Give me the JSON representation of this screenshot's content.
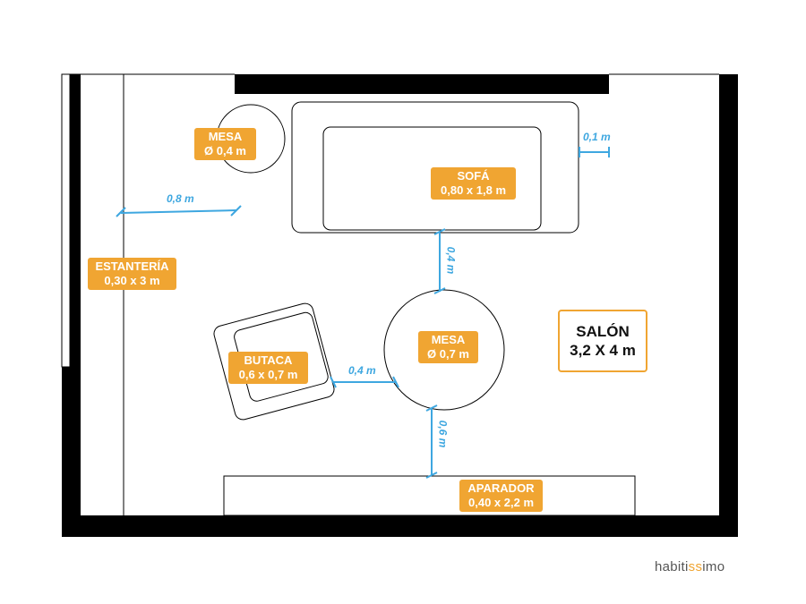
{
  "colors": {
    "wall": "#000000",
    "label_background": "#f0a532",
    "label_text": "#ffffff",
    "dimension": "#3ea7e0",
    "furniture_outline": "#000000"
  },
  "room": {
    "name": "SALÓN",
    "size": "3,2 X 4 m"
  },
  "furniture": {
    "sofa": {
      "name": "SOFÁ",
      "size": "0,80 x 1,8 m"
    },
    "table_small": {
      "name": "MESA",
      "size": "Ø 0,4 m"
    },
    "table_round": {
      "name": "MESA",
      "size": "Ø 0,7 m"
    },
    "shelf": {
      "name": "ESTANTERÍA",
      "size": "0,30 x 3 m"
    },
    "armchair": {
      "name": "BUTACA",
      "size": "0,6 x 0,7 m"
    },
    "sideboard": {
      "name": "APARADOR",
      "size": "0,40 x 2,2 m"
    }
  },
  "dimensions": {
    "sofa_to_wall": "0,1 m",
    "shelf_to_sofa": "0,8 m",
    "sofa_to_table": "0,4 m",
    "armchair_to_table": "0,4 m",
    "table_to_sideboard": "0,6 m"
  },
  "brand": {
    "prefix": "habiti",
    "dot": "ss",
    "suffix": "imo"
  }
}
